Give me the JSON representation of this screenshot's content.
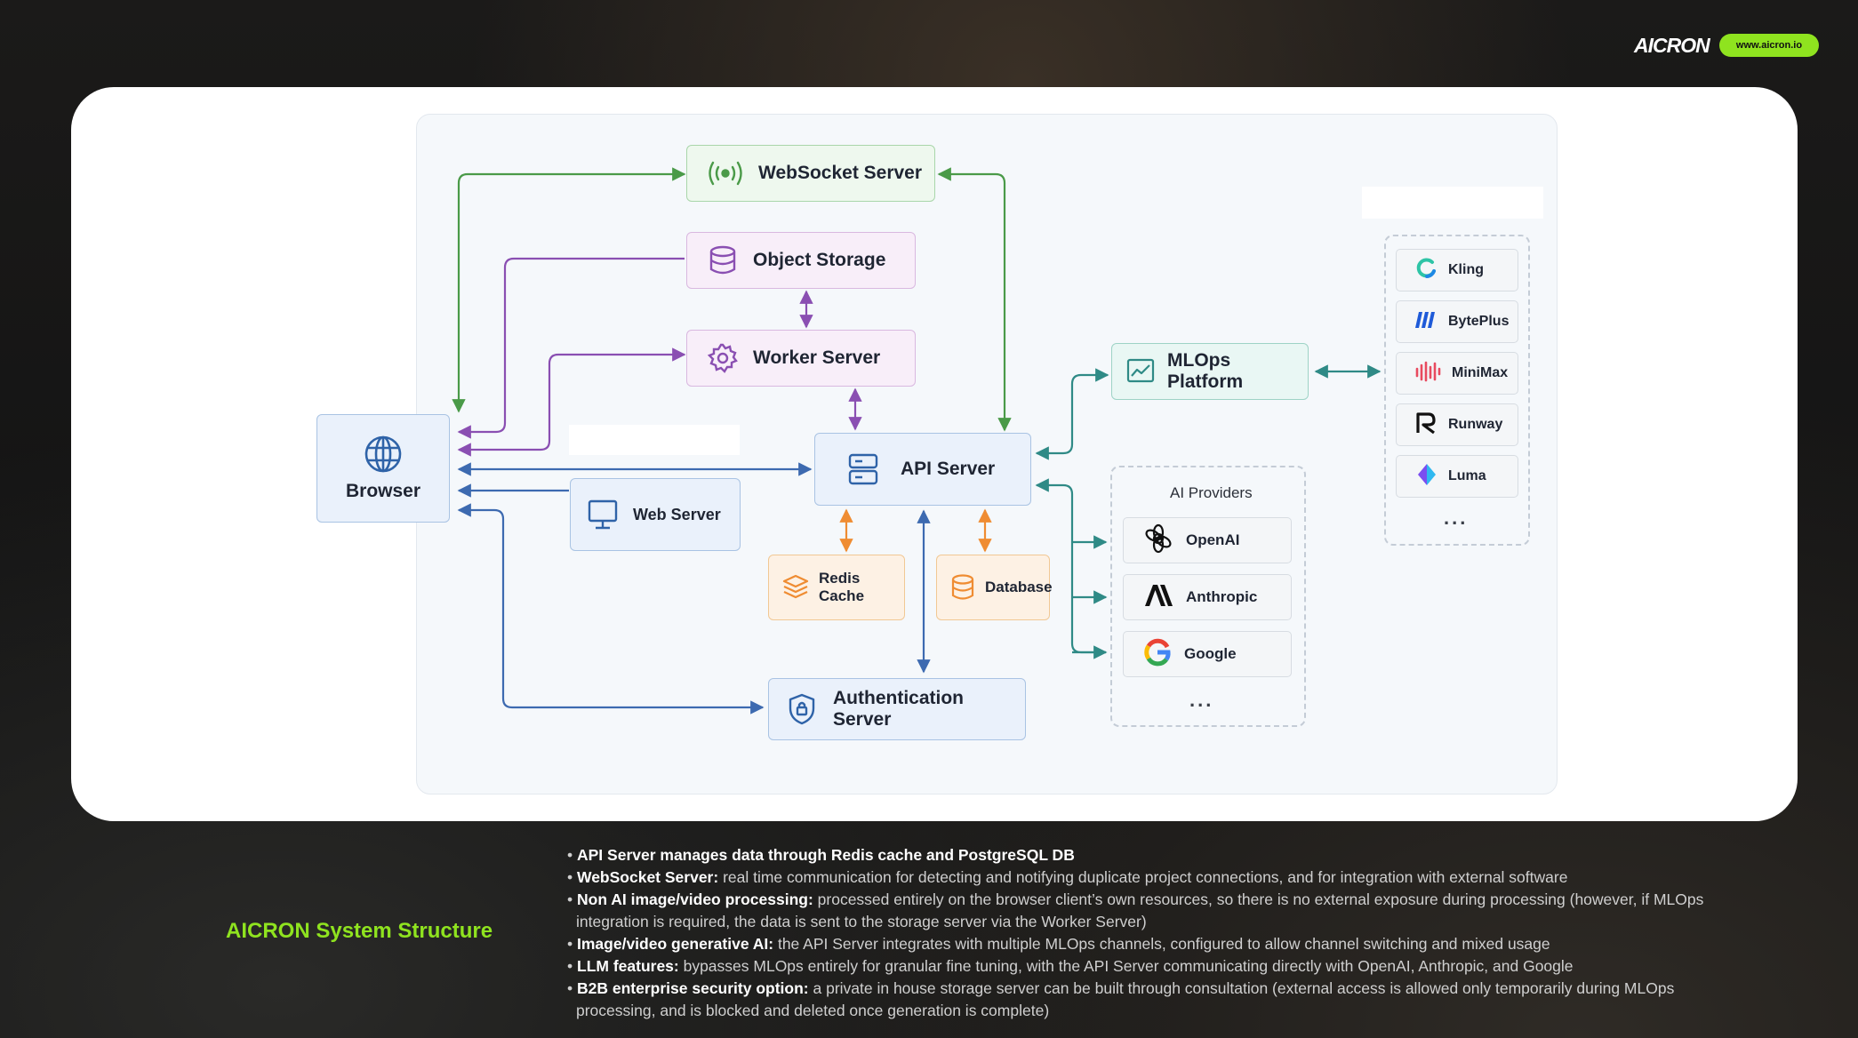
{
  "header": {
    "brand": "AICRON",
    "url": "www.aicron.io"
  },
  "colors": {
    "accent": "#8fe31f",
    "green": "#4a9a48",
    "purple": "#8a4fb2",
    "blue": "#3d6ab0",
    "teal": "#2f8a86",
    "orange": "#ef8c32"
  },
  "diagram": {
    "nodes": {
      "websocket": {
        "label": "WebSocket Server",
        "icon": "broadcast-icon"
      },
      "object_storage": {
        "label": "Object Storage",
        "icon": "database-icon"
      },
      "worker": {
        "label": "Worker Server",
        "icon": "gear-icon"
      },
      "browser": {
        "label": "Browser",
        "icon": "globe-icon"
      },
      "api": {
        "label": "API Server",
        "icon": "server-icon"
      },
      "web": {
        "label": "Web Server",
        "icon": "monitor-icon"
      },
      "redis": {
        "label": "Redis Cache",
        "icon": "layers-icon"
      },
      "database": {
        "label": "Database",
        "icon": "database-icon"
      },
      "auth": {
        "label": "Authentication Server",
        "icon": "shield-lock-icon"
      },
      "mlops": {
        "label": "MLOps Platform",
        "icon": "chart-icon"
      }
    },
    "ai_providers": {
      "title": "AI Providers",
      "items": [
        {
          "label": "OpenAI",
          "icon": "openai-icon"
        },
        {
          "label": "Anthropic",
          "icon": "anthropic-icon"
        },
        {
          "label": "Google",
          "icon": "google-icon"
        }
      ],
      "more": "..."
    },
    "mlops_services": {
      "items": [
        {
          "label": "Kling",
          "icon": "kling-icon"
        },
        {
          "label": "BytePlus",
          "icon": "byteplus-icon"
        },
        {
          "label": "MiniMax",
          "icon": "minimax-icon"
        },
        {
          "label": "Runway",
          "icon": "runway-icon"
        },
        {
          "label": "Luma",
          "icon": "luma-icon"
        }
      ],
      "more": "..."
    }
  },
  "footer": {
    "title": "AICRON System Structure",
    "bullets": [
      {
        "bold": "API Server manages data through Redis cache and PostgreSQL DB",
        "text": ""
      },
      {
        "bold": "WebSocket Server:",
        "text": " real time communication for detecting and notifying duplicate project connections, and for integration with external software"
      },
      {
        "bold": "Non AI image/video processing:",
        "text": " processed entirely on the browser client’s own resources, so there is no external exposure during processing (however, if MLOps integration is required, the data is sent to the storage server via the Worker Server)"
      },
      {
        "bold": "Image/video generative AI:",
        "text": " the API Server integrates with multiple MLOps channels, configured to allow channel switching and mixed usage"
      },
      {
        "bold": "LLM features:",
        "text": " bypasses MLOps entirely for granular fine tuning, with the API Server communicating directly with OpenAI, Anthropic, and Google"
      },
      {
        "bold": "B2B enterprise security option:",
        "text": " a private in house storage server can be built through consultation (external access is allowed only temporarily during MLOps processing, and is blocked and deleted once generation is complete)"
      }
    ]
  }
}
